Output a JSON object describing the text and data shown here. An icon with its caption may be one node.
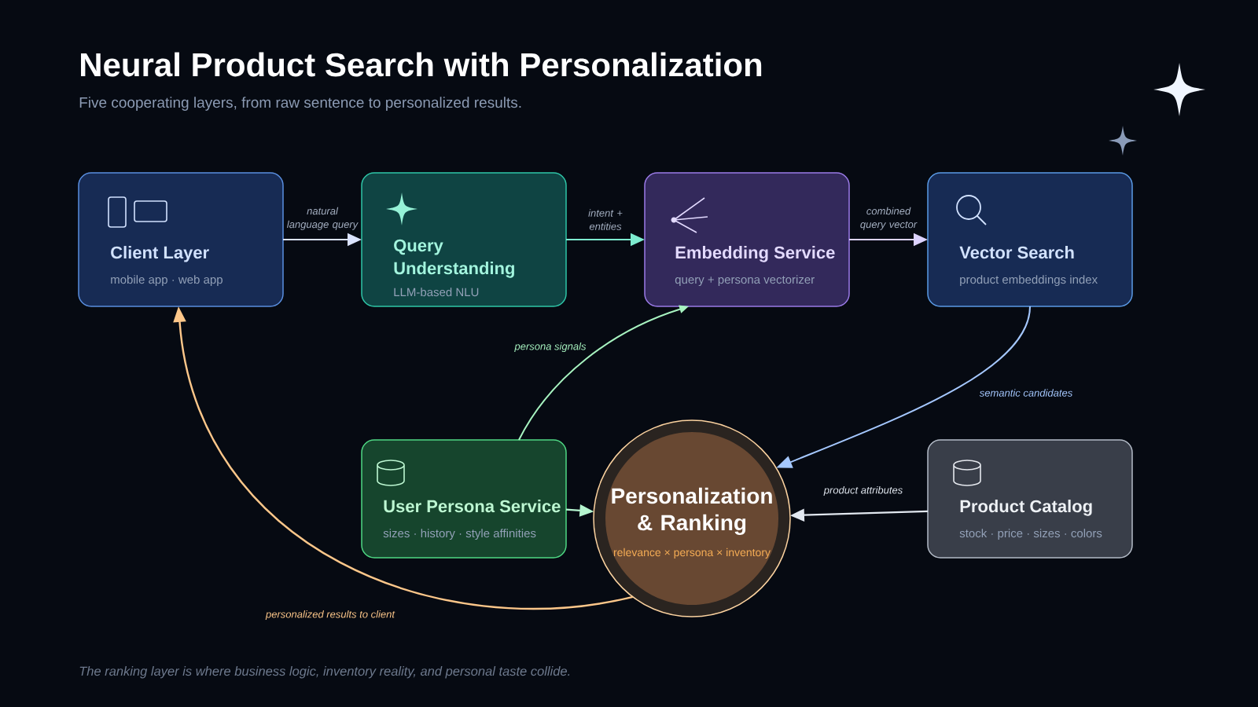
{
  "diagram": {
    "title": "Neural Product Search with Personalization",
    "caption": "The ranking layer is where business logic, inventory reality, and personal taste collide.",
    "nodes": [
      {
        "text": [
          "Client Layer",
          "mobile app · web app"
        ]
      },
      {
        "text": [
          "Query Understanding",
          "LLM-based NLU"
        ]
      },
      {
        "text": [
          "Embedding Service",
          "query + persona vectorizer"
        ]
      },
      {
        "text": [
          "Vector Search",
          "product embeddings index"
        ]
      },
      {
        "text": [
          "User Persona Service",
          "sizes · history · style affinities"
        ]
      },
      {
        "text": [
          "Personalization & Ranking",
          "relevance × persona × inventory"
        ]
      },
      {
        "text": [
          "Product Catalog",
          "stock · price · sizes · colors"
        ]
      }
    ],
    "edges": [
      {
        "from": 0,
        "to": 1,
        "arrow": "to",
        "label": "natural language query",
        "color": "#dbe3ff"
      },
      {
        "from": 1,
        "to": 2,
        "arrow": "to",
        "label": "intent + entities",
        "color": "#7eecd0"
      },
      {
        "from": 2,
        "to": 3,
        "arrow": "to",
        "label": "combined query vector",
        "color": "#ddd3ff"
      },
      {
        "from": 4,
        "to": 2,
        "arrow": "to",
        "label": "persona signals",
        "color": "#a7f3c0"
      },
      {
        "from": 3,
        "to": 5,
        "arrow": "to",
        "label": "semantic candidates",
        "color": "#a5c8ff"
      },
      {
        "from": 4,
        "to": 5,
        "arrow": "to",
        "color": "#b5f5cf"
      },
      {
        "from": 6,
        "to": 5,
        "arrow": "to",
        "label": "product attributes",
        "color": "#e2e8f0"
      },
      {
        "from": 5,
        "to": 0,
        "arrow": "to",
        "label": "personalized results to client",
        "color": "#fdc78a"
      }
    ],
    "labels": [
      "Five cooperating layers, from raw sentence to personalized results."
    ]
  }
}
